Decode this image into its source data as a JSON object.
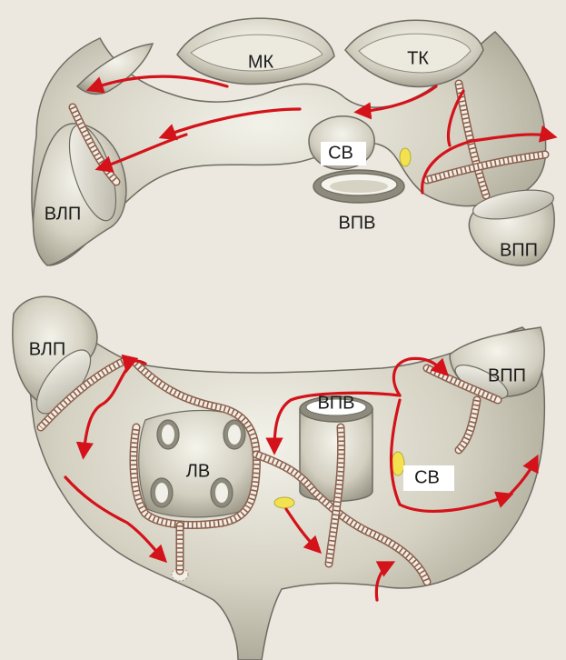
{
  "diagram": {
    "top_panel": {
      "labels": {
        "mk": "МК",
        "tk": "ТК",
        "sv": "СВ",
        "vpv": "ВПВ",
        "vlp": "ВЛП",
        "vpp": "ВПП"
      }
    },
    "bottom_panel": {
      "labels": {
        "vlp": "ВЛП",
        "vpp": "ВПП",
        "vpv": "ВПВ",
        "lv": "ЛВ",
        "sv": "СВ"
      }
    },
    "colors": {
      "tissue": "#cfcbbb",
      "tissue_light": "#efeee6",
      "tissue_shadow": "#8e8b7c",
      "outline": "#6e6c63",
      "conduction_path": "#d4121a",
      "bundle_fill": "#f3eee4",
      "bundle_stripe": "#8a5e4c",
      "node_yellow": "#f2e24f",
      "background": "#ece8df"
    }
  }
}
